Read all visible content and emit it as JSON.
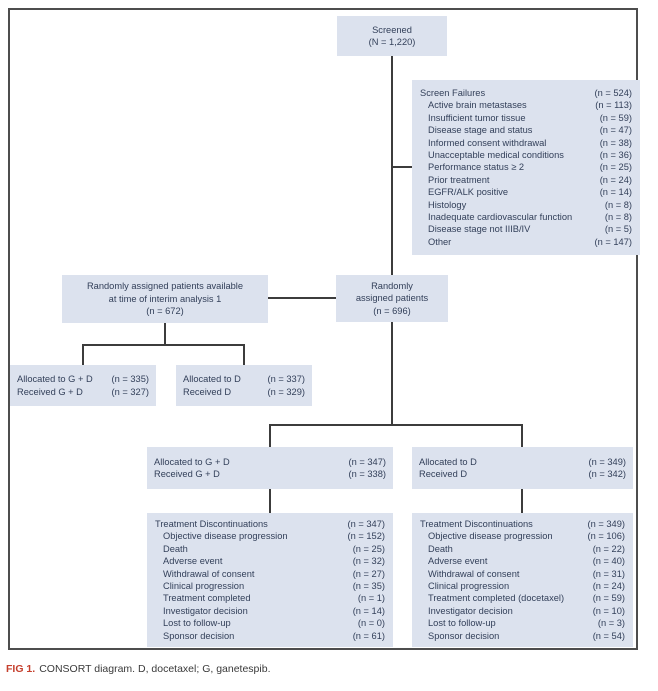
{
  "colors": {
    "box_fill": "#dce2ee",
    "box_text": "#33405a",
    "line": "#3c3c3c",
    "frame_border": "#4d4d4d",
    "caption_accent": "#c5402e",
    "caption_text": "#3a3a3a"
  },
  "boxes": {
    "screened": {
      "line1": "Screened",
      "line2": "(N = 1,220)"
    },
    "screen_failures": {
      "header": {
        "label": "Screen Failures",
        "n": "(n = 524)"
      },
      "items": [
        {
          "label": "Active brain metastases",
          "n": "(n = 113)"
        },
        {
          "label": "Insufficient tumor tissue",
          "n": "(n = 59)"
        },
        {
          "label": "Disease stage and status",
          "n": "(n = 47)"
        },
        {
          "label": "Informed consent withdrawal",
          "n": "(n = 38)"
        },
        {
          "label": "Unacceptable medical conditions",
          "n": "(n = 36)"
        },
        {
          "label": "Performance status ≥ 2",
          "n": "(n = 25)"
        },
        {
          "label": "Prior treatment",
          "n": "(n = 24)"
        },
        {
          "label": "EGFR/ALK positive",
          "n": "(n = 14)"
        },
        {
          "label": "Histology",
          "n": "(n = 8)"
        },
        {
          "label": "Inadequate cardiovascular function",
          "n": "(n = 8)"
        },
        {
          "label": "Disease stage not IIIB/IV",
          "n": "(n = 5)"
        },
        {
          "label": "Other",
          "n": "(n = 147)"
        }
      ]
    },
    "interim": {
      "line1": "Randomly assigned patients available",
      "line2": "at time of interim analysis 1",
      "line3": "(n = 672)"
    },
    "randomized": {
      "line1": "Randomly",
      "line2": "assigned patients",
      "line3": "(n = 696)"
    },
    "alloc_gd_interim": {
      "rows": [
        {
          "label": "Allocated to G + D",
          "n": "(n = 335)"
        },
        {
          "label": "Received G + D",
          "n": "(n = 327)"
        }
      ]
    },
    "alloc_d_interim": {
      "rows": [
        {
          "label": "Allocated to D",
          "n": "(n = 337)"
        },
        {
          "label": "Received D",
          "n": "(n = 329)"
        }
      ]
    },
    "alloc_gd": {
      "rows": [
        {
          "label": "Allocated to G + D",
          "n": "(n = 347)"
        },
        {
          "label": "Received G + D",
          "n": "(n = 338)"
        }
      ]
    },
    "alloc_d": {
      "rows": [
        {
          "label": "Allocated to D",
          "n": "(n = 349)"
        },
        {
          "label": "Received D",
          "n": "(n = 342)"
        }
      ]
    },
    "disc_gd": {
      "header": {
        "label": "Treatment Discontinuations",
        "n": "(n = 347)"
      },
      "items": [
        {
          "label": "Objective disease progression",
          "n": "(n = 152)"
        },
        {
          "label": "Death",
          "n": "(n = 25)"
        },
        {
          "label": "Adverse event",
          "n": "(n = 32)"
        },
        {
          "label": "Withdrawal of consent",
          "n": "(n = 27)"
        },
        {
          "label": "Clinical progression",
          "n": "(n = 35)"
        },
        {
          "label": "Treatment completed",
          "n": "(n = 1)"
        },
        {
          "label": "Investigator decision",
          "n": "(n = 14)"
        },
        {
          "label": "Lost to follow-up",
          "n": "(n = 0)"
        },
        {
          "label": "Sponsor decision",
          "n": "(n = 61)"
        }
      ]
    },
    "disc_d": {
      "header": {
        "label": "Treatment Discontinuations",
        "n": "(n = 349)"
      },
      "items": [
        {
          "label": "Objective disease progression",
          "n": "(n = 106)"
        },
        {
          "label": "Death",
          "n": "(n = 22)"
        },
        {
          "label": "Adverse event",
          "n": "(n = 40)"
        },
        {
          "label": "Withdrawal of consent",
          "n": "(n = 31)"
        },
        {
          "label": "Clinical progression",
          "n": "(n = 24)"
        },
        {
          "label": "Treatment completed (docetaxel)",
          "n": "(n = 59)"
        },
        {
          "label": "Investigator decision",
          "n": "(n = 10)"
        },
        {
          "label": "Lost to follow-up",
          "n": "(n = 3)"
        },
        {
          "label": "Sponsor decision",
          "n": "(n = 54)"
        }
      ]
    }
  },
  "caption": {
    "fig_label": "FIG 1.",
    "text": "CONSORT diagram. D, docetaxel; G, ganetespib."
  }
}
